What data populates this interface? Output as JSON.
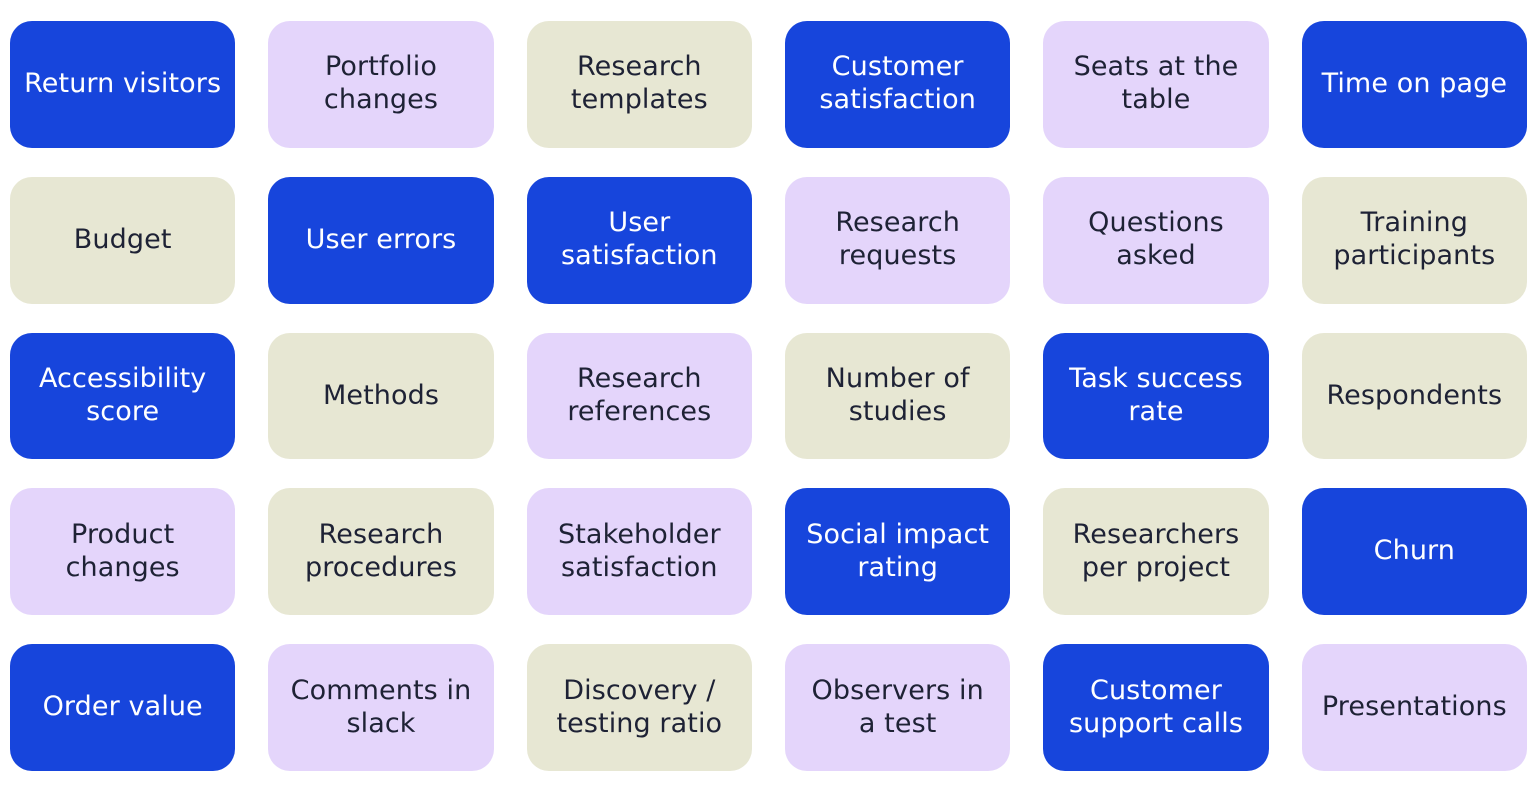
{
  "palette": {
    "blue": "#1745DC",
    "lavender": "#E4D5FB",
    "beige": "#E7E7D3",
    "text_on_blue": "#FFFFFF",
    "text_on_light": "#1E2235",
    "background": "#FFFFFF"
  },
  "grid": {
    "columns": 6,
    "rows": 5,
    "total_cards": 30
  },
  "cards": [
    {
      "label": "Return visitors",
      "variant": "blue"
    },
    {
      "label": "Portfolio changes",
      "variant": "lavender"
    },
    {
      "label": "Research templates",
      "variant": "beige"
    },
    {
      "label": "Customer satisfaction",
      "variant": "blue"
    },
    {
      "label": "Seats at the table",
      "variant": "lavender"
    },
    {
      "label": "Time on page",
      "variant": "blue"
    },
    {
      "label": "Budget",
      "variant": "beige"
    },
    {
      "label": "User errors",
      "variant": "blue"
    },
    {
      "label": "User satisfaction",
      "variant": "blue"
    },
    {
      "label": "Research requests",
      "variant": "lavender"
    },
    {
      "label": "Questions asked",
      "variant": "lavender"
    },
    {
      "label": "Training participants",
      "variant": "beige"
    },
    {
      "label": "Accessibility score",
      "variant": "blue"
    },
    {
      "label": "Methods",
      "variant": "beige"
    },
    {
      "label": "Research references",
      "variant": "lavender"
    },
    {
      "label": "Number of studies",
      "variant": "beige"
    },
    {
      "label": "Task success rate",
      "variant": "blue"
    },
    {
      "label": "Respondents",
      "variant": "beige"
    },
    {
      "label": "Product changes",
      "variant": "lavender"
    },
    {
      "label": "Research procedures",
      "variant": "beige"
    },
    {
      "label": "Stakeholder satisfaction",
      "variant": "lavender"
    },
    {
      "label": "Social impact rating",
      "variant": "blue"
    },
    {
      "label": "Researchers per project",
      "variant": "beige"
    },
    {
      "label": "Churn",
      "variant": "blue"
    },
    {
      "label": "Order value",
      "variant": "blue"
    },
    {
      "label": "Comments in slack",
      "variant": "lavender"
    },
    {
      "label": "Discovery / testing ratio",
      "variant": "beige"
    },
    {
      "label": "Observers in a test",
      "variant": "lavender"
    },
    {
      "label": "Customer support calls",
      "variant": "blue"
    },
    {
      "label": "Presentations",
      "variant": "lavender"
    }
  ]
}
